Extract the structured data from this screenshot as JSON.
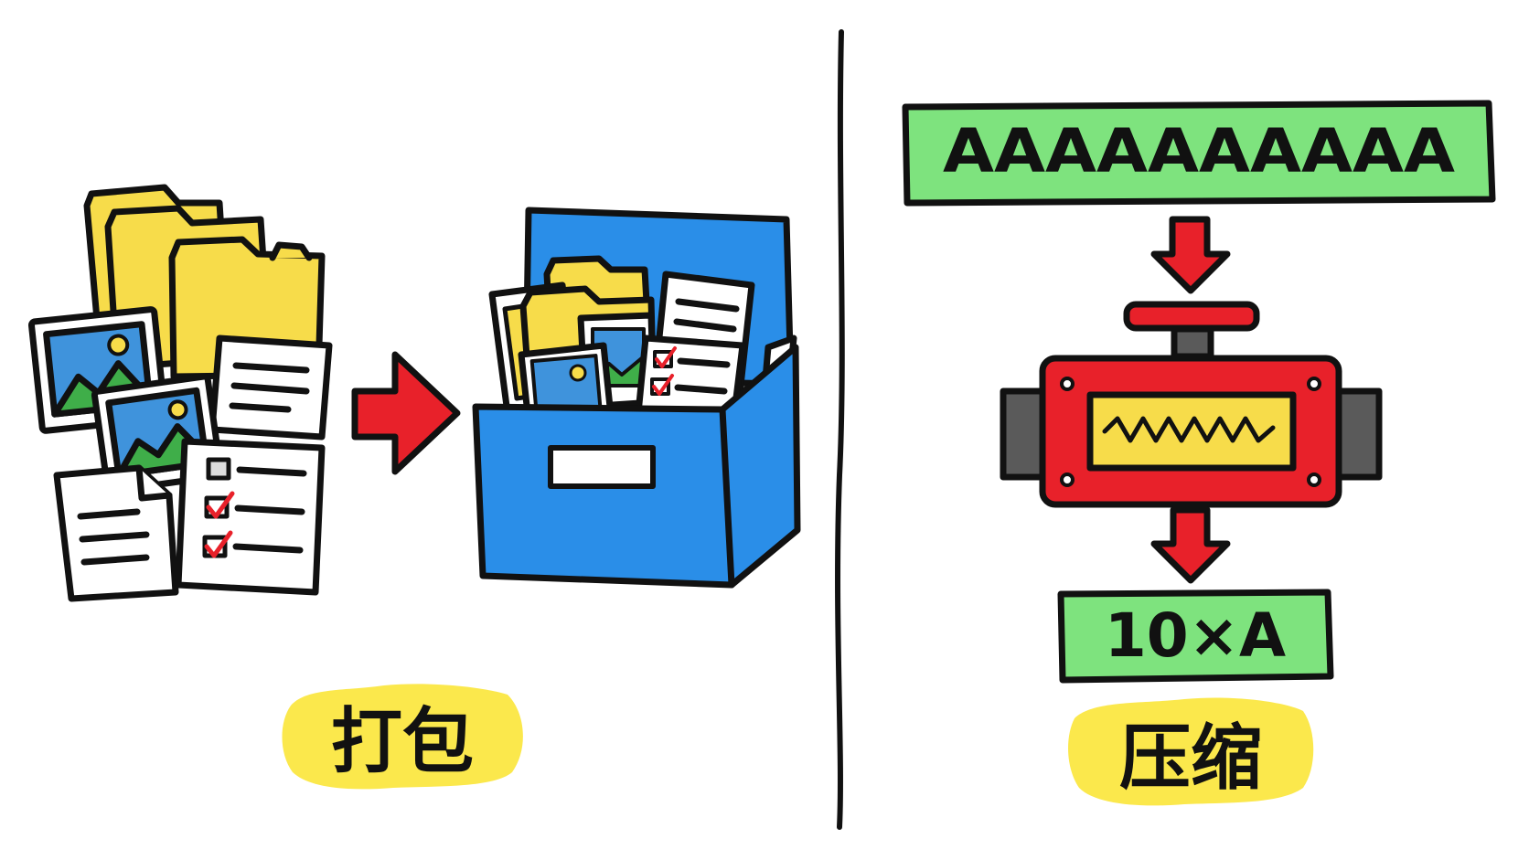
{
  "colors": {
    "outline": "#111111",
    "folder": "#f7dc4a",
    "photo_sky": "#3f93dc",
    "photo_hill": "#3fae49",
    "photo_sun": "#f7dc4a",
    "arrow": "#e8212a",
    "box": "#2a8ee8",
    "bar": "#7ee37e",
    "badge": "#fbe84c",
    "machine": "#e8212a",
    "machine_window": "#f7dc4a",
    "machine_side": "#5a5a5a",
    "check": "#e8212a"
  },
  "icons": {
    "files_pile": "files-pile-icon",
    "arrow": "red-arrow-icon",
    "storage_box": "storage-box-icon",
    "compressor": "compressor-machine-icon"
  },
  "packing": {
    "label": "打包"
  },
  "compression": {
    "input_text": "AAAAAAAAAA",
    "output_text": "10×A",
    "label": "压缩"
  }
}
